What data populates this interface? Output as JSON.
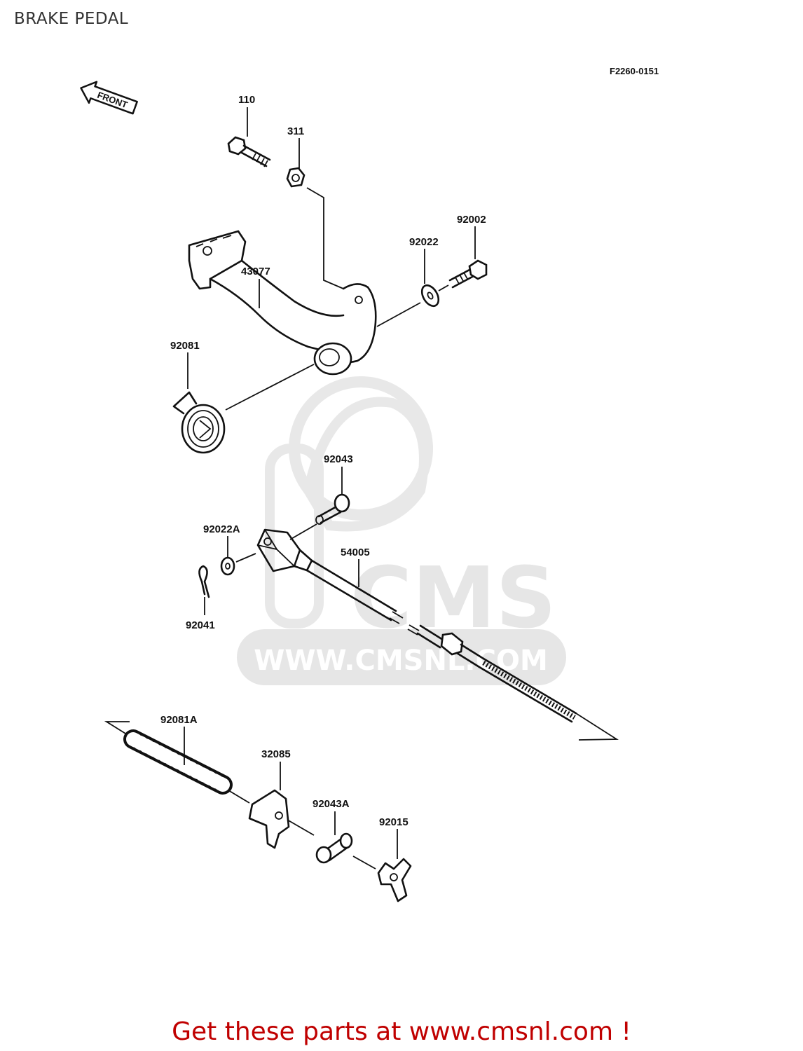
{
  "page": {
    "title": "BRAKE PEDAL"
  },
  "diagram": {
    "figure_code": "F2260-0151",
    "front_label": "FRONT",
    "watermark": {
      "brand": "CMS",
      "url": "WWW.CMSNL.COM"
    },
    "parts": {
      "p110": "110",
      "p311": "311",
      "p92002": "92002",
      "p92022": "92022",
      "p43077": "43077",
      "p92081": "92081",
      "p92043": "92043",
      "p92022A": "92022A",
      "p54005": "54005",
      "p92041": "92041",
      "p92081A": "92081A",
      "p32085": "32085",
      "p92043A": "92043A",
      "p92015": "92015"
    }
  },
  "footer": {
    "text": "Get these parts at www.cmsnl.com !"
  },
  "colors": {
    "footer": "#c00000",
    "line": "#111111",
    "watermark": "#e6e6e6"
  }
}
